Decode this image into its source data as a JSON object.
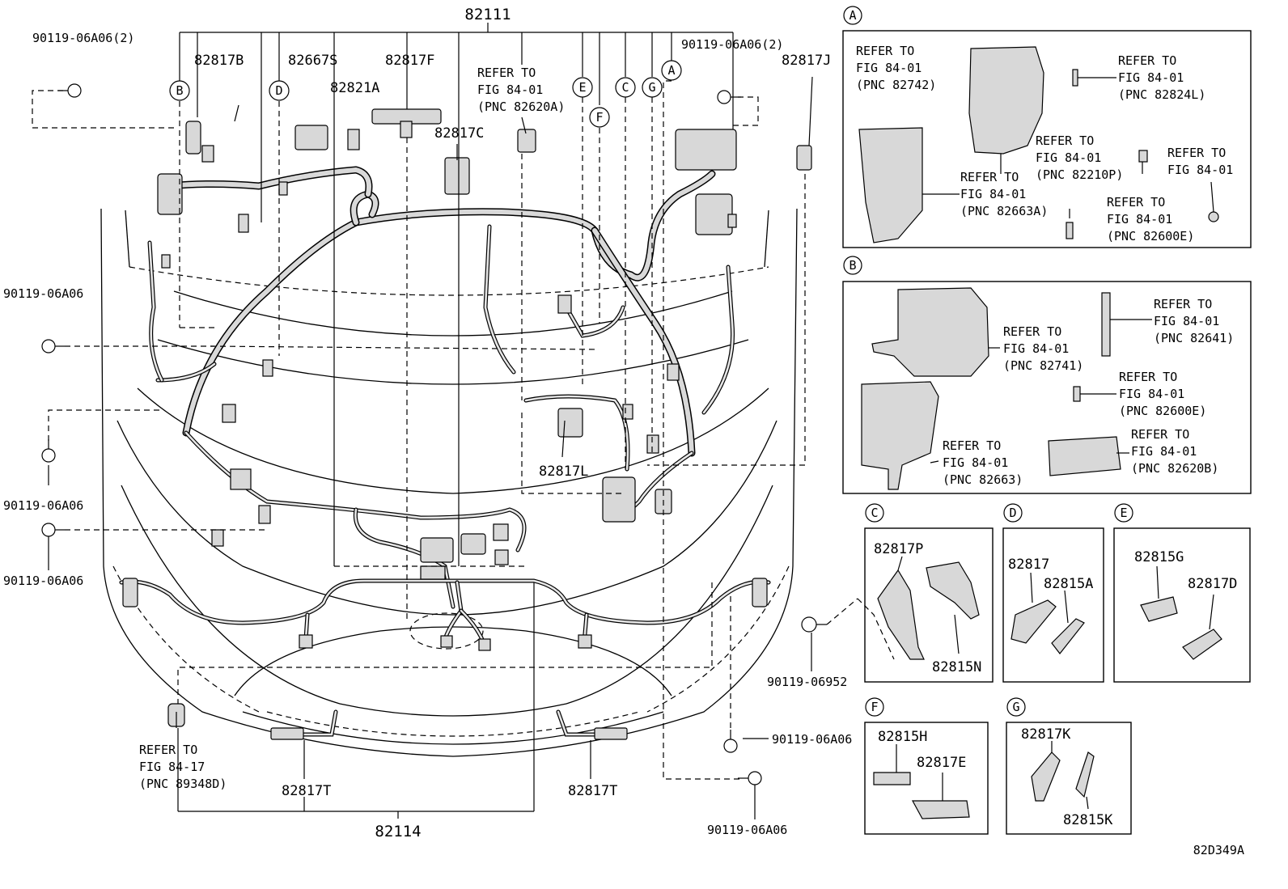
{
  "diagram_id": "82D349A",
  "callout_letters": {
    "a": "A",
    "b": "B",
    "c": "C",
    "d": "D",
    "e": "E",
    "f": "F",
    "g": "G"
  },
  "main": {
    "top_part": "82111",
    "bottom_part": "82114",
    "p_82817B": "82817B",
    "p_82667S": "82667S",
    "p_82817F": "82817F",
    "p_82821A": "82821A",
    "p_82817C": "82817C",
    "p_82817J": "82817J",
    "p_82817L": "82817L",
    "p_82817T_left": "82817T",
    "p_82817T_right": "82817T",
    "bolt_top_left": "90119-06A06(2)",
    "bolt_top_right": "90119-06A06(2)",
    "bolt_left_1": "90119-06A06",
    "bolt_left_2": "90119-06A06",
    "bolt_left_3": "90119-06A06",
    "bolt_right_1": "90119-06A06",
    "bolt_right_2": "90119-06A06",
    "bolt_mid": "90119-06952",
    "ref_center": [
      "REFER TO",
      "FIG 84-01",
      "(PNC 82620A)"
    ],
    "ref_bottom": [
      "REFER TO",
      "FIG 84-17",
      "(PNC 89348D)"
    ]
  },
  "inset_a": {
    "ref1": [
      "REFER TO",
      "FIG 84-01",
      "(PNC 82742)"
    ],
    "ref2": [
      "REFER TO",
      "FIG 84-01",
      "(PNC 82824L)"
    ],
    "ref3": [
      "REFER TO",
      "FIG 84-01",
      "(PNC 82210P)"
    ],
    "ref4": [
      "REFER TO",
      "FIG 84-01"
    ],
    "ref5": [
      "REFER TO",
      "FIG 84-01",
      "(PNC 82663A)"
    ],
    "ref6": [
      "REFER TO",
      "FIG 84-01",
      "(PNC 82600E)"
    ]
  },
  "inset_b": {
    "ref1": [
      "REFER TO",
      "FIG 84-01",
      "(PNC 82741)"
    ],
    "ref2": [
      "REFER TO",
      "FIG 84-01",
      "(PNC 82641)"
    ],
    "ref3": [
      "REFER TO",
      "FIG 84-01",
      "(PNC 82600E)"
    ],
    "ref4": [
      "REFER TO",
      "FIG 84-01",
      "(PNC 82663)"
    ],
    "ref5": [
      "REFER TO",
      "FIG 84-01",
      "(PNC 82620B)"
    ]
  },
  "inset_c": {
    "p1": "82817P",
    "p2": "82815N"
  },
  "inset_d": {
    "p1": "82817",
    "p2": "82815A"
  },
  "inset_e": {
    "p1": "82815G",
    "p2": "82817D"
  },
  "inset_f": {
    "p1": "82815H",
    "p2": "82817E"
  },
  "inset_g": {
    "p1": "82817K",
    "p2": "82815K"
  }
}
